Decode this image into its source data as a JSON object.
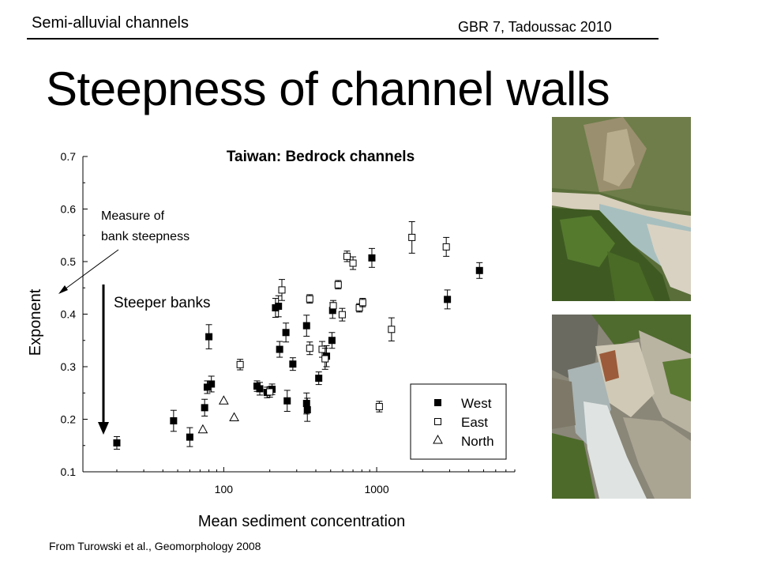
{
  "header": {
    "left": "Semi-alluvial channels",
    "right": "GBR 7, Tadoussac 2010"
  },
  "slide": {
    "title": "Steepness of channel walls",
    "citation": "From Turowski et al., Geomorphology 2008"
  },
  "annotations": {
    "measure_line1": "Measure of",
    "measure_line2": "bank steepness",
    "steeper": "Steeper banks"
  },
  "photos": {
    "top": "river-gorge-photo",
    "bottom": "bedrock-gorge-photo"
  },
  "colors": {
    "text": "#000000",
    "background": "#ffffff"
  },
  "chart_data": {
    "type": "scatter",
    "title": "Taiwan: Bedrock channels",
    "xlabel": "Mean sediment concentration",
    "ylabel": "Exponent",
    "xscale": "log",
    "xlim": [
      12,
      8000
    ],
    "ylim": [
      0.1,
      0.7
    ],
    "yticks": [
      "0.1",
      "0.2",
      "0.3",
      "0.4",
      "0.5",
      "0.6",
      "0.7"
    ],
    "xticks": [
      "100",
      "1000"
    ],
    "legend_position": "bottom-right",
    "series": [
      {
        "name": "West",
        "marker": "filled-square",
        "points": [
          [
            20,
            0.155,
            0.012
          ],
          [
            47,
            0.197,
            0.02
          ],
          [
            60,
            0.166,
            0.018
          ],
          [
            75,
            0.222,
            0.016
          ],
          [
            80,
            0.357,
            0.023
          ],
          [
            78,
            0.261,
            0.012
          ],
          [
            83,
            0.267,
            0.015
          ],
          [
            165,
            0.263,
            0.01
          ],
          [
            172,
            0.258,
            0.012
          ],
          [
            192,
            0.251,
            0.01
          ],
          [
            207,
            0.257,
            0.01
          ],
          [
            218,
            0.412,
            0.018
          ],
          [
            228,
            0.415,
            0.02
          ],
          [
            232,
            0.333,
            0.015
          ],
          [
            255,
            0.365,
            0.018
          ],
          [
            260,
            0.235,
            0.02
          ],
          [
            283,
            0.305,
            0.012
          ],
          [
            348,
            0.378,
            0.02
          ],
          [
            348,
            0.23,
            0.02
          ],
          [
            352,
            0.218,
            0.022
          ],
          [
            418,
            0.278,
            0.012
          ],
          [
            470,
            0.32,
            0.02
          ],
          [
            510,
            0.35,
            0.015
          ],
          [
            515,
            0.407,
            0.015
          ],
          [
            930,
            0.507,
            0.018
          ],
          [
            2900,
            0.428,
            0.018
          ],
          [
            4700,
            0.483,
            0.015
          ]
        ]
      },
      {
        "name": "East",
        "marker": "open-square",
        "points": [
          [
            128,
            0.304,
            0.01
          ],
          [
            200,
            0.252,
            0.01
          ],
          [
            240,
            0.446,
            0.02
          ],
          [
            365,
            0.429,
            0.008
          ],
          [
            365,
            0.335,
            0.012
          ],
          [
            440,
            0.333,
            0.015
          ],
          [
            460,
            0.315,
            0.02
          ],
          [
            520,
            0.416,
            0.01
          ],
          [
            560,
            0.456,
            0.008
          ],
          [
            595,
            0.399,
            0.012
          ],
          [
            640,
            0.51,
            0.01
          ],
          [
            700,
            0.497,
            0.012
          ],
          [
            770,
            0.412,
            0.008
          ],
          [
            810,
            0.422,
            0.008
          ],
          [
            1040,
            0.224,
            0.01
          ],
          [
            1250,
            0.371,
            0.022
          ],
          [
            1700,
            0.546,
            0.03
          ],
          [
            2850,
            0.528,
            0.018
          ]
        ]
      },
      {
        "name": "North",
        "marker": "open-triangle",
        "points": [
          [
            73,
            0.18,
            0
          ],
          [
            100,
            0.235,
            0
          ],
          [
            117,
            0.203,
            0
          ]
        ]
      }
    ]
  }
}
